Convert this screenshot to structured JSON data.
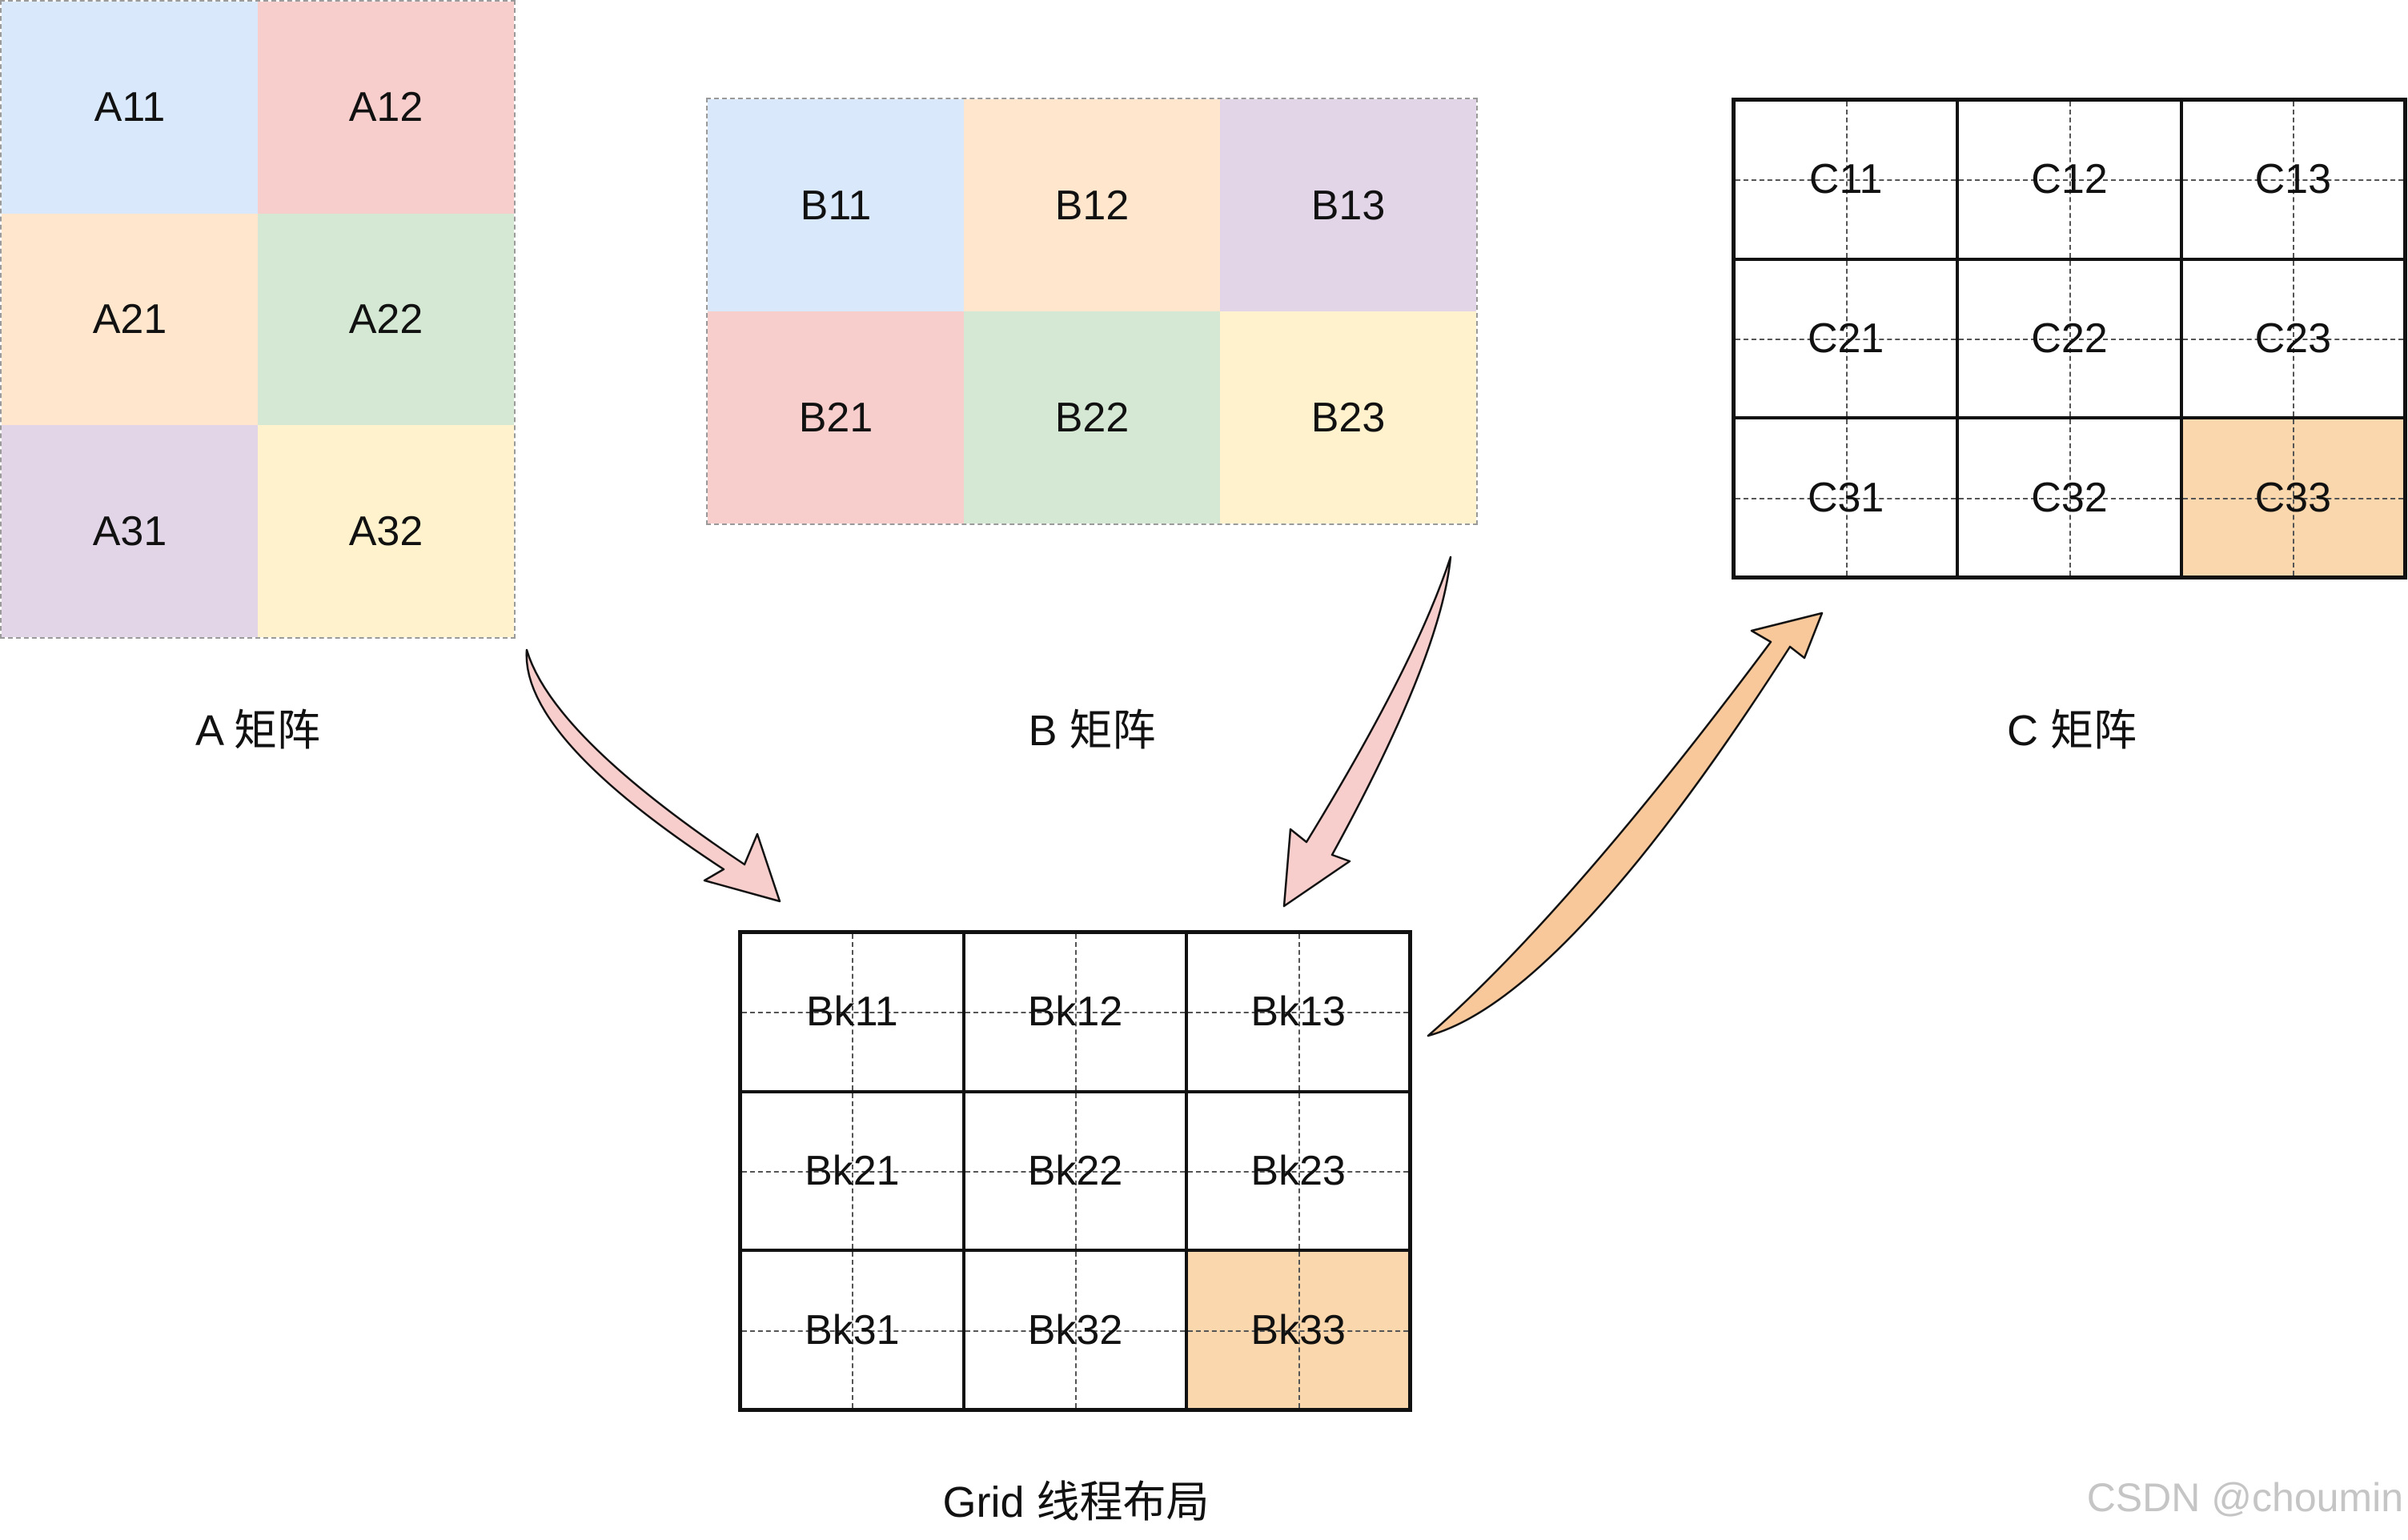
{
  "colors": {
    "blue": "#dae8fc",
    "red": "#f8cecc",
    "orange": "#ffe6cc",
    "green": "#d5e8d4",
    "purple": "#e1d5e7",
    "yellow": "#fff2cc",
    "highlight": "#fad7ac",
    "arrow_pink": "#f8cecc",
    "arrow_orange": "#f9c89a"
  },
  "matrix_a": {
    "label": "A 矩阵",
    "cells": [
      "A11",
      "A12",
      "A21",
      "A22",
      "A31",
      "A32"
    ]
  },
  "matrix_b": {
    "label": "B 矩阵",
    "cells": [
      "B11",
      "B12",
      "B13",
      "B21",
      "B22",
      "B23"
    ]
  },
  "matrix_c": {
    "label": "C 矩阵",
    "cells": [
      "C11",
      "C12",
      "C13",
      "C21",
      "C22",
      "C23",
      "C31",
      "C32",
      "C33"
    ],
    "highlighted": "C33"
  },
  "grid": {
    "label": "Grid 线程布局",
    "cells": [
      "Bk11",
      "Bk12",
      "Bk13",
      "Bk21",
      "Bk22",
      "Bk23",
      "Bk31",
      "Bk32",
      "Bk33"
    ],
    "highlighted": "Bk33"
  },
  "watermark": "CSDN @choumin"
}
